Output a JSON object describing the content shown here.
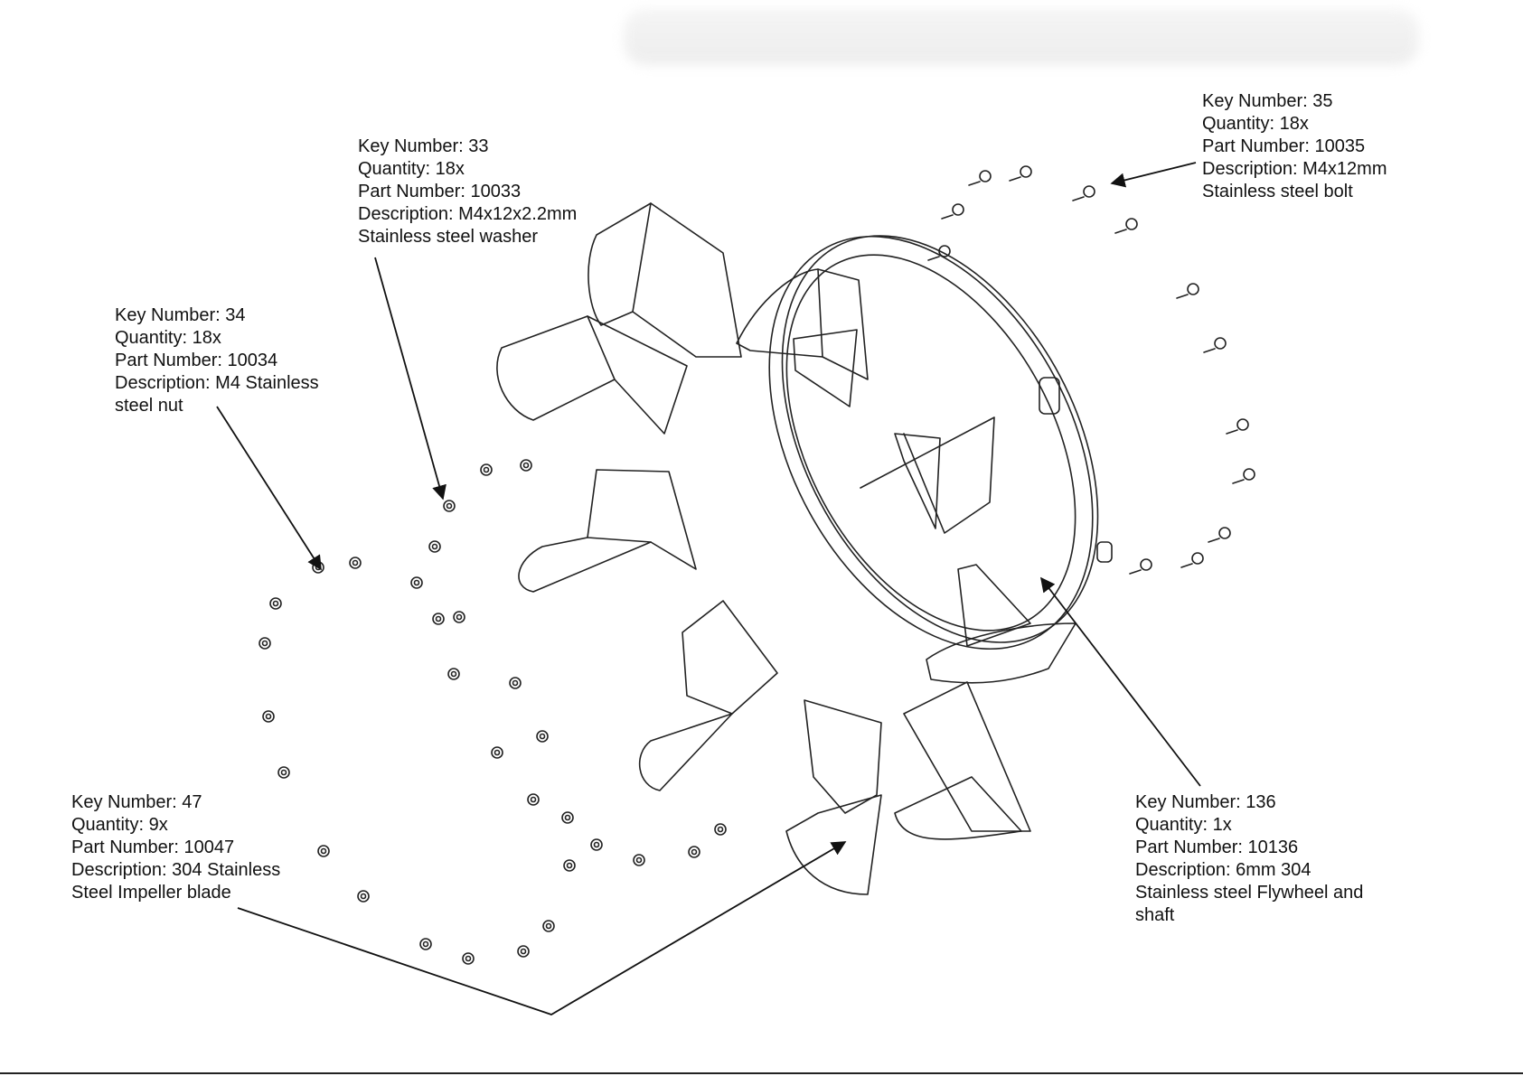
{
  "callouts": [
    {
      "id": "washer",
      "key_number": "Key Number: 33",
      "quantity": "Quantity: 18x",
      "part_number": "Part Number:  10033",
      "description_lines": [
        "Description:  M4x12x2.2mm",
        "Stainless steel washer"
      ]
    },
    {
      "id": "bolt",
      "key_number": "Key Number: 35",
      "quantity": "Quantity: 18x",
      "part_number": "Part Number:  10035",
      "description_lines": [
        "Description:  M4x12mm",
        "Stainless steel bolt"
      ]
    },
    {
      "id": "nut",
      "key_number": "Key Number: 34",
      "quantity": "Quantity: 18x",
      "part_number": "Part Number:  10034",
      "description_lines": [
        "Description:  M4 Stainless",
        "steel nut"
      ]
    },
    {
      "id": "blade",
      "key_number": "Key Number: 47",
      "quantity": "Quantity: 9x",
      "part_number": "Part Number:  10047",
      "description_lines": [
        "Description:  304 Stainless",
        "Steel Impeller blade"
      ]
    },
    {
      "id": "flywheel",
      "key_number": "Key Number: 136",
      "quantity": "Quantity: 1x",
      "part_number": "Part Number:  10136",
      "description_lines": [
        "Description:  6mm 304",
        "Stainless steel Flywheel and",
        "shaft"
      ]
    }
  ]
}
